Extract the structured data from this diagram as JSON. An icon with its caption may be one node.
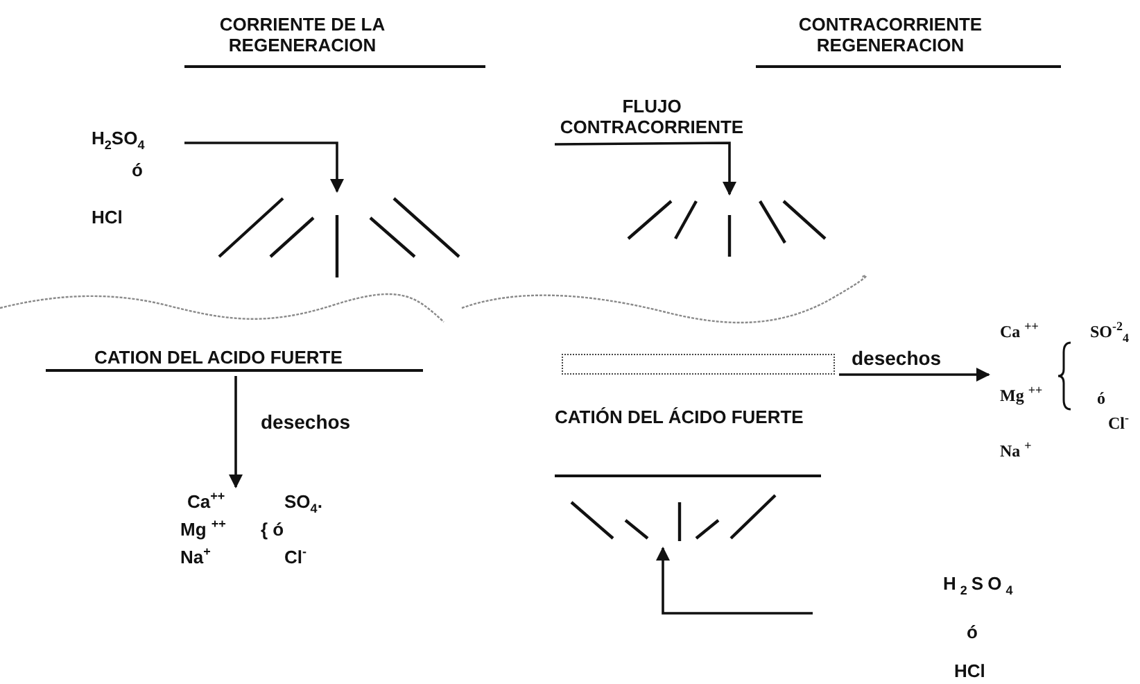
{
  "diagram": {
    "nodes": [
      {
        "text": [
          "H$_{2}$SO$_{4}$",
          "ó",
          "HCl"
        ]
      },
      {
        "text": [],
        "shape": "fan"
      },
      {
        "text": [
          "CATION DEL ACIDO FUERTE"
        ]
      },
      {
        "text": [
          "Ca$^{++}$",
          "SO$_{4}$.",
          "Mg $^{++}$",
          "{ ó",
          "Na$^{+}$",
          "Cl$^{-}$"
        ]
      },
      {
        "text": [
          "FLUJO CONTRACORRIENTE"
        ]
      },
      {
        "text": [],
        "shape": "fan"
      },
      {
        "text": [],
        "shape": "box"
      },
      {
        "text": [
          "Ca $^{++}$",
          "SO$^{-2}$$_{4}$",
          "Mg $^{++}$",
          "ó",
          "Cl$^{-}$",
          "Na $^{+}$"
        ]
      },
      {
        "text": [],
        "shape": "fan"
      }
    ],
    "edges": [
      {
        "from": 0,
        "to": 1,
        "arrow": "to"
      },
      {
        "from": 2,
        "to": 3,
        "arrow": "to",
        "label": "desechos"
      },
      {
        "from": 4,
        "to": 5,
        "arrow": "to"
      },
      {
        "from": 6,
        "to": 7,
        "arrow": "to",
        "label": "desechos"
      },
      {
        "from": null,
        "to": 8,
        "arrow": "to"
      }
    ],
    "labels": [
      "CORRIENTE DE LA REGENERACION",
      "CONTRACORRIENTE REGENERACION",
      "CATIÓN DEL ÁCIDO FUERTE",
      "H$_{2}$SO$_{4}$",
      "ó",
      "HCl"
    ]
  }
}
